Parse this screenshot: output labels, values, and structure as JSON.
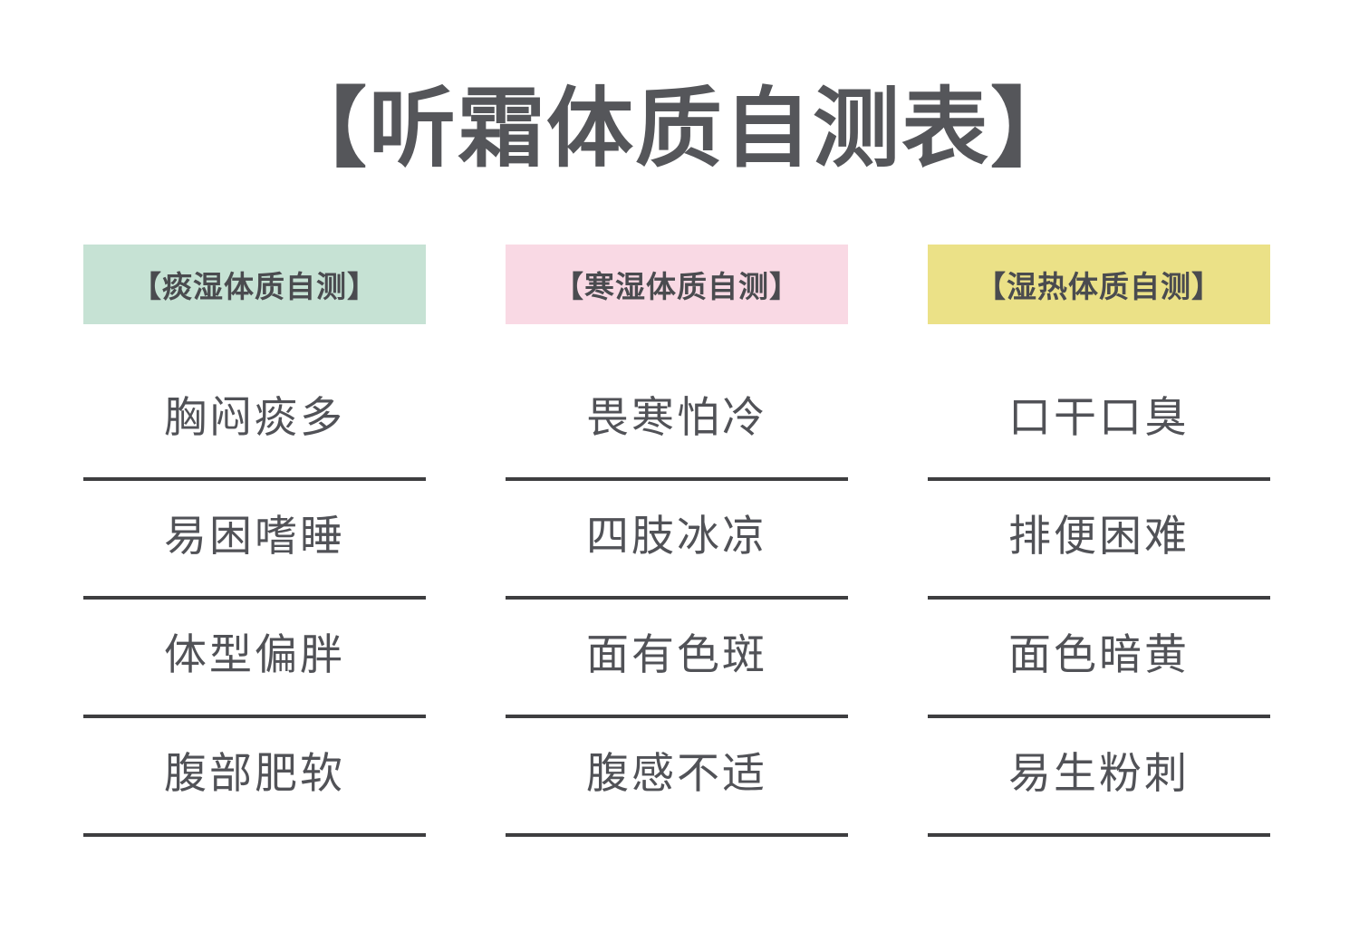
{
  "title": "【听霜体质自测表】",
  "colors": {
    "phlegm_damp_header_bg": "#c6e2d4",
    "cold_damp_header_bg": "#f9d9e4",
    "damp_heat_header_bg": "#ebe187",
    "title_text": "#55565a",
    "item_text": "#515257",
    "divider_line": "#3e3e40"
  },
  "columns": [
    {
      "header": "【痰湿体质自测】",
      "items": [
        "胸闷痰多",
        "易困嗜睡",
        "体型偏胖",
        "腹部肥软"
      ]
    },
    {
      "header": "【寒湿体质自测】",
      "items": [
        "畏寒怕冷",
        "四肢冰凉",
        "面有色斑",
        "腹感不适"
      ]
    },
    {
      "header": "【湿热体质自测】",
      "items": [
        "口干口臭",
        "排便困难",
        "面色暗黄",
        "易生粉刺"
      ]
    }
  ]
}
